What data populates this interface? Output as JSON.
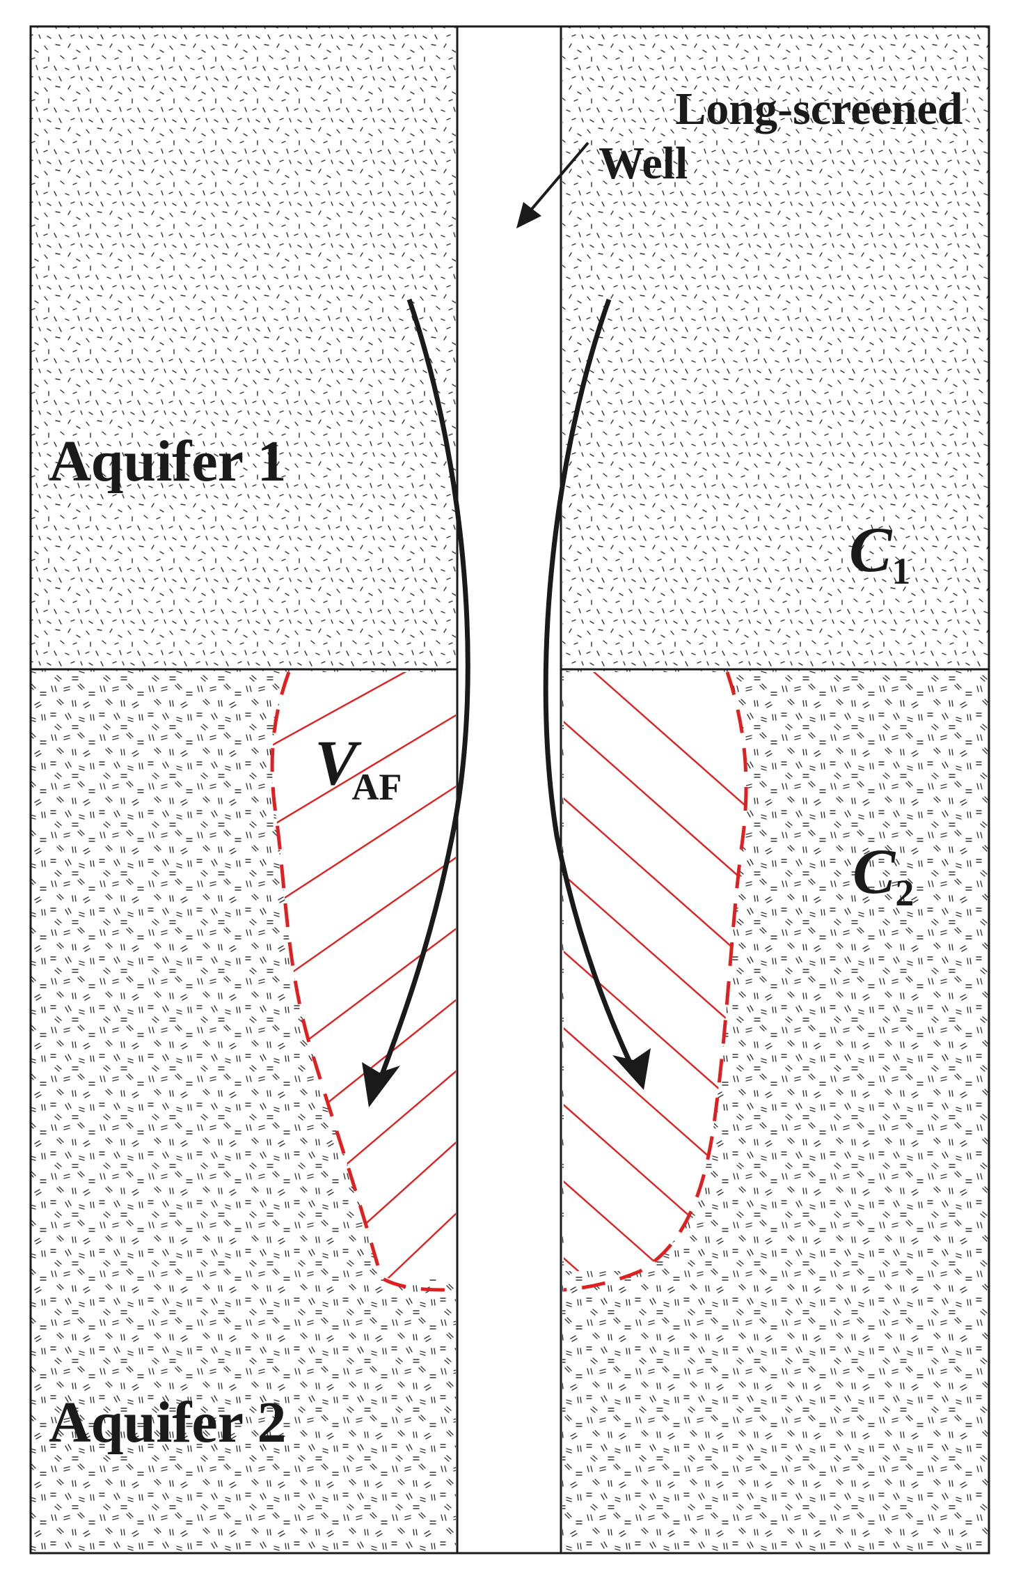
{
  "labels": {
    "well": "Long-screened\nWell",
    "aquifer1": "Aquifer 1",
    "aquifer2": "Aquifer 2",
    "c1": {
      "main": "C",
      "sub": "1"
    },
    "c2": {
      "main": "C",
      "sub": "2"
    },
    "vaf": {
      "main": "V",
      "sub": "AF"
    }
  },
  "colors": {
    "outline": "#1a1a1a",
    "hatch": "#e02020",
    "background": "#ffffff",
    "texture": "#222222"
  },
  "icons": {
    "well_pointer": "arrow-icon",
    "flow_left": "curved-flow-arrow-icon",
    "flow_right": "curved-flow-arrow-icon"
  }
}
